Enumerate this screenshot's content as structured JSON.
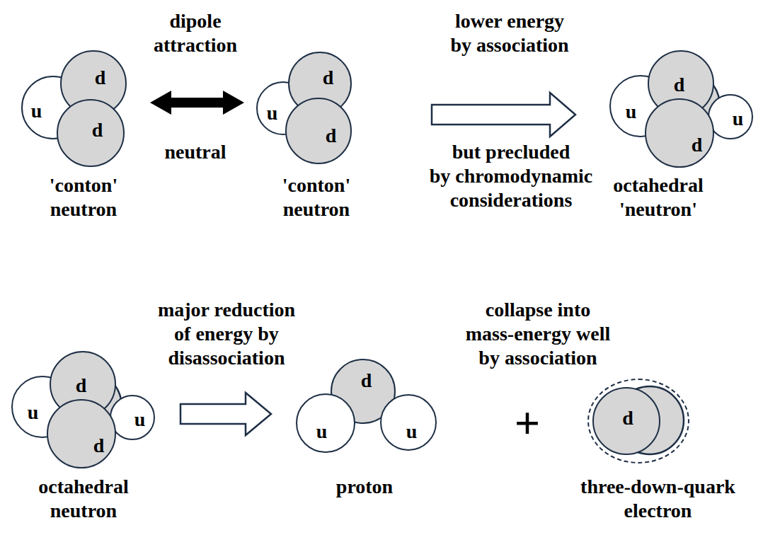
{
  "diagram": {
    "nodes": [
      {
        "text": [
          "'conton' neutron"
        ]
      },
      {
        "text": [
          "u"
        ],
        "in": 0
      },
      {
        "text": [
          "d"
        ],
        "in": 0
      },
      {
        "text": [
          "d"
        ],
        "in": 0
      },
      {
        "text": [
          "'conton' neutron"
        ]
      },
      {
        "text": [
          "u"
        ],
        "in": 4
      },
      {
        "text": [
          "d"
        ],
        "in": 4
      },
      {
        "text": [
          "d"
        ],
        "in": 4
      },
      {
        "text": [
          "octahedral 'neutron'"
        ]
      },
      {
        "text": [
          "u"
        ],
        "in": 8
      },
      {
        "text": [
          "d"
        ],
        "in": 8
      },
      {
        "text": [
          "d"
        ],
        "in": 8
      },
      {
        "text": [
          "u"
        ],
        "in": 8
      },
      {
        "text": [
          "octahedral neutron"
        ]
      },
      {
        "text": [
          "u"
        ],
        "in": 13
      },
      {
        "text": [
          "d"
        ],
        "in": 13
      },
      {
        "text": [
          "d"
        ],
        "in": 13
      },
      {
        "text": [
          "u"
        ],
        "in": 13
      },
      {
        "text": [
          "proton"
        ]
      },
      {
        "text": [
          "d"
        ],
        "in": 18
      },
      {
        "text": [
          "u"
        ],
        "in": 18
      },
      {
        "text": [
          "u"
        ],
        "in": 18
      },
      {
        "text": [
          "three-down-quark electron"
        ]
      },
      {
        "text": [
          "d"
        ],
        "in": 22
      }
    ],
    "edges": [
      {
        "from": 0,
        "to": 4,
        "arrow": "both",
        "label": "dipole attraction"
      },
      {
        "from": 4,
        "to": 8,
        "arrow": "to",
        "label": "lower energy by association"
      },
      {
        "from": 13,
        "to": 18,
        "arrow": "to",
        "label": "major reduction of energy by disassociation"
      }
    ],
    "labels": [
      "neutral",
      "but precluded by chromodynamic considerations",
      "collapse into mass-energy well by association",
      "+"
    ]
  }
}
